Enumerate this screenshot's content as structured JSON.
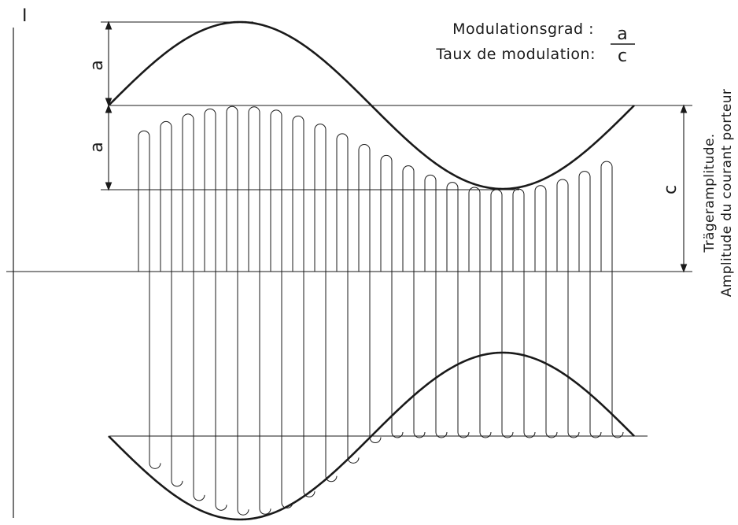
{
  "axis": {
    "y_label": "I"
  },
  "legend": {
    "line1": "Modulationsgrad :",
    "line2": "Taux de modulation:",
    "numerator": "a",
    "denominator": "c"
  },
  "dimensions": {
    "upper_a": "a",
    "lower_a": "a",
    "carrier": "c"
  },
  "side_label": {
    "line1": "Trägeramplitude.",
    "line2": "Amplitude du courant porteur"
  },
  "style": {
    "ink": "#1a1a1a",
    "paper": "#ffffff"
  }
}
